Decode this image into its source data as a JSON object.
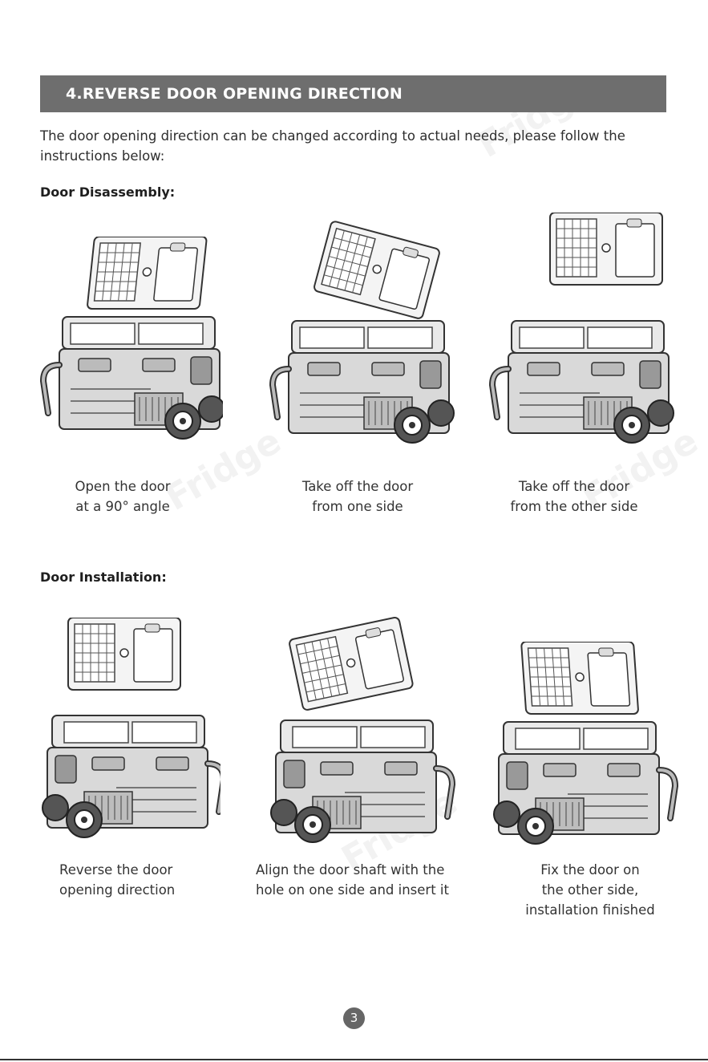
{
  "header": {
    "title": "4.REVERSE DOOR OPENING DIRECTION"
  },
  "intro": {
    "text": "The door opening direction can be changed according to actual needs, please follow the instructions below:"
  },
  "disassembly": {
    "title": "Door Disassembly:",
    "steps": [
      {
        "caption": "Open the door\nat a 90° angle"
      },
      {
        "caption": "Take off the door\nfrom one side"
      },
      {
        "caption": "Take off the door\nfrom the other side"
      }
    ]
  },
  "installation": {
    "title": "Door Installation:",
    "steps": [
      {
        "caption": "Reverse the door\nopening direction"
      },
      {
        "caption": "Align the door shaft with the\nhole on one side and insert it"
      },
      {
        "caption": "Fix the door on\nthe other side,\ninstallation finished"
      }
    ]
  },
  "watermark": {
    "text": "Fridge"
  },
  "footer": {
    "page_number": "3"
  }
}
